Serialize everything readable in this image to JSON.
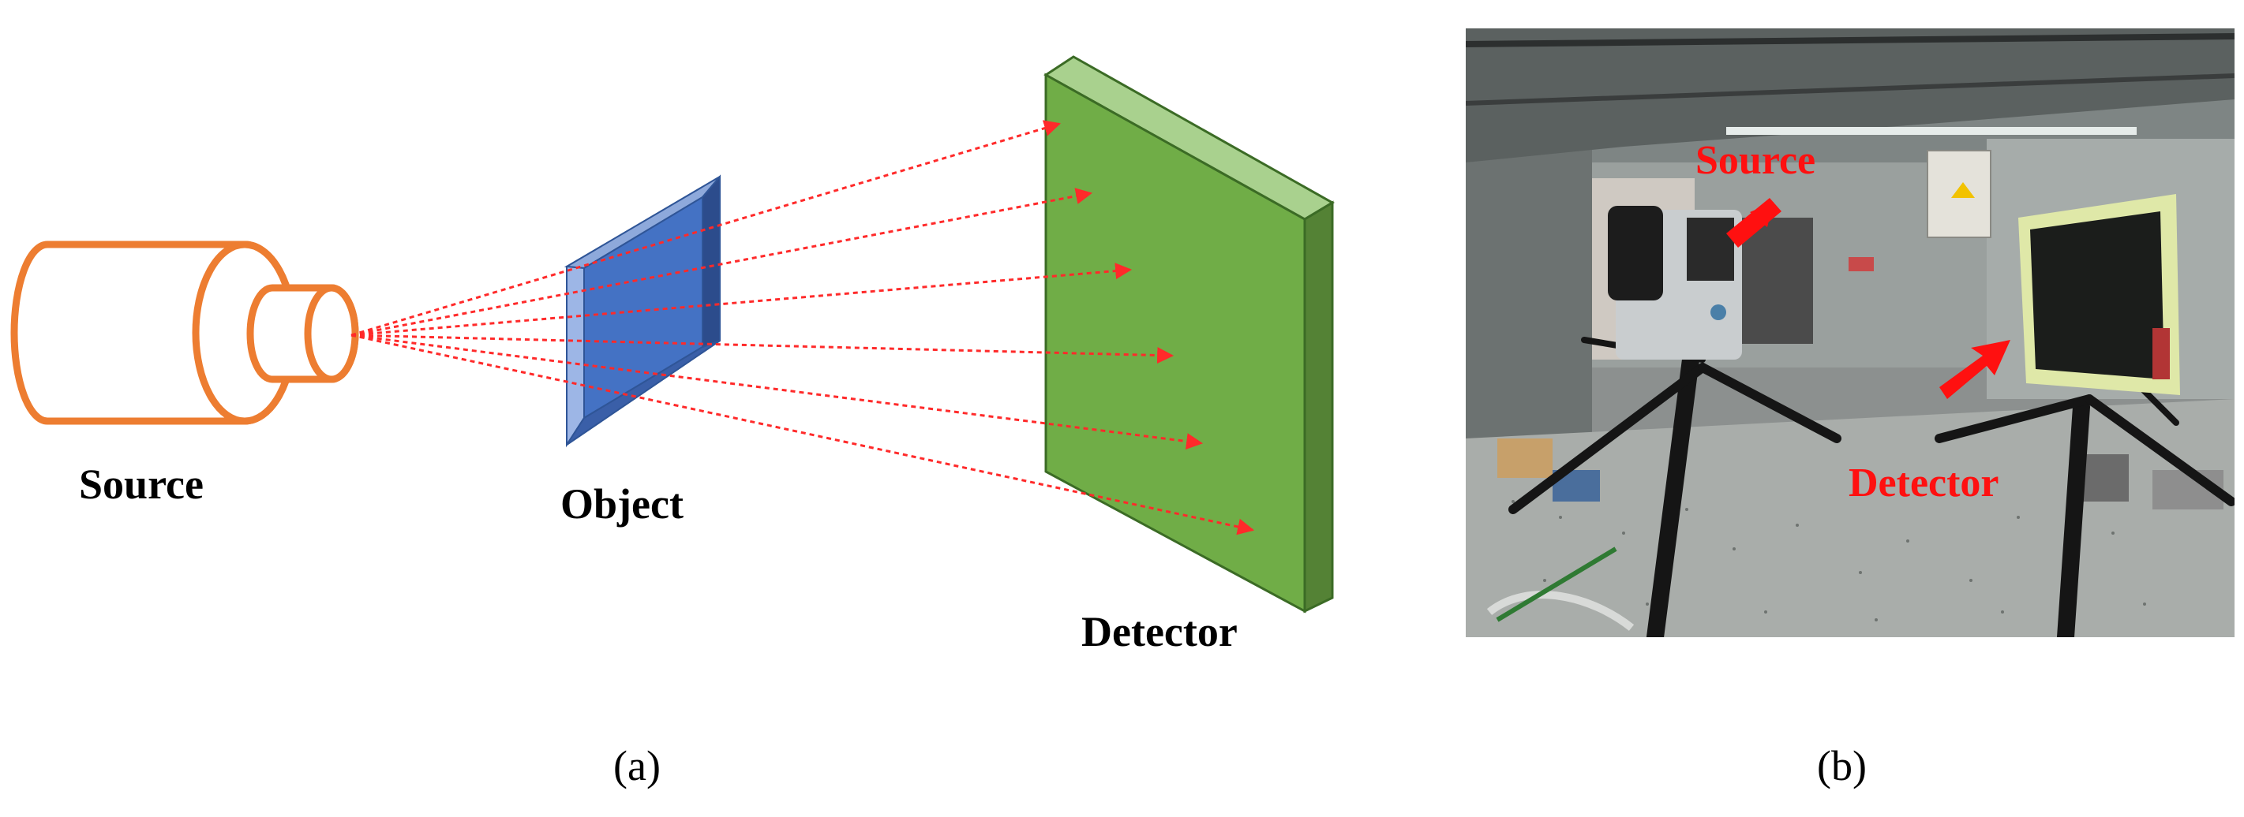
{
  "panel_a": {
    "source_label": "Source",
    "object_label": "Object",
    "detector_label": "Detector",
    "caption": "(a)"
  },
  "panel_b": {
    "source_label": "Source",
    "detector_label": "Detector",
    "caption": "(b)"
  },
  "colors": {
    "source_outline": "#ED7D31",
    "object_fill": "#4472C4",
    "detector_fill": "#70AD47",
    "ray": "#FF0000",
    "annotation": "#FF1010"
  }
}
